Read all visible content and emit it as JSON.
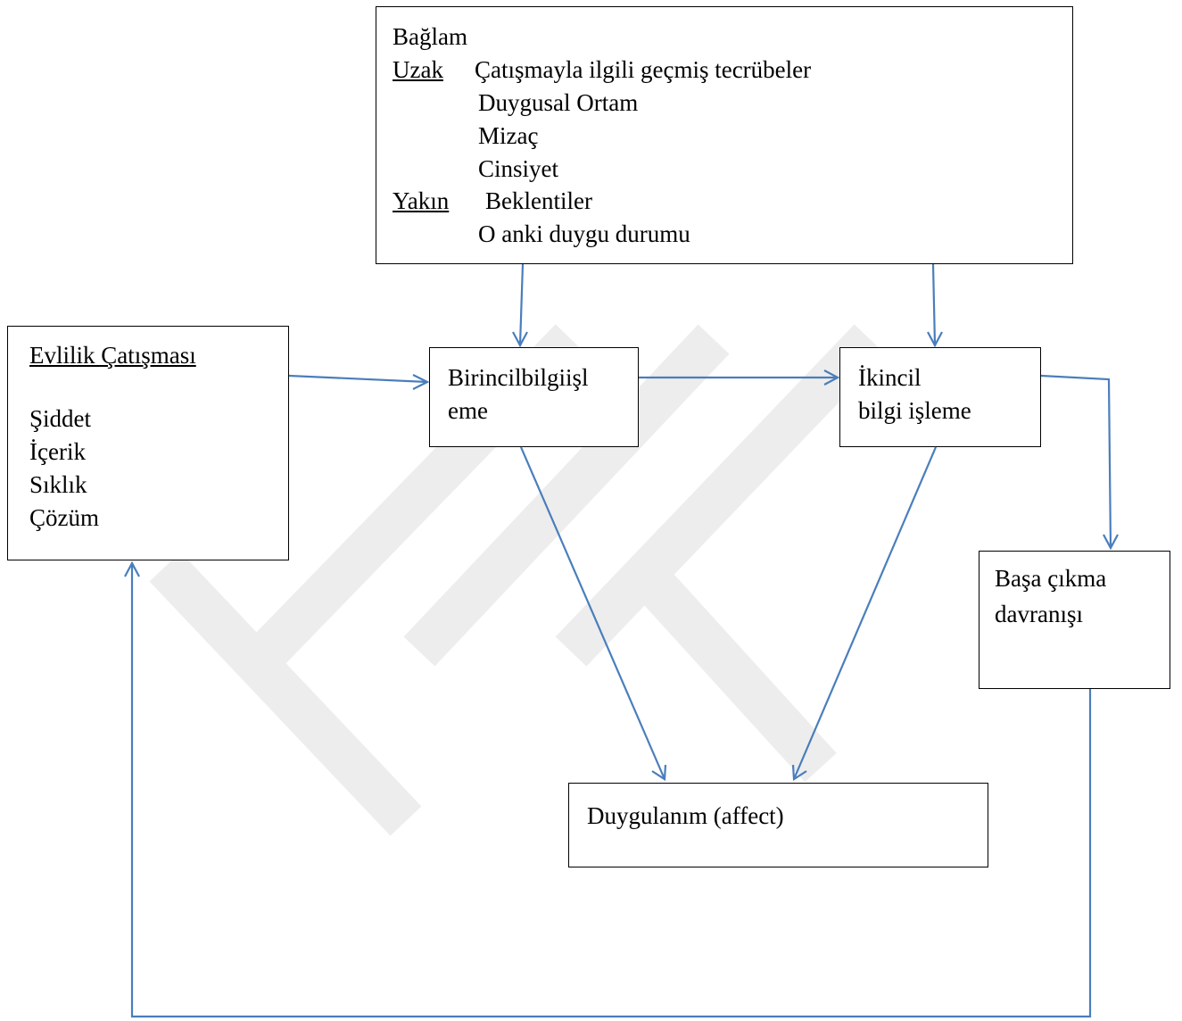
{
  "colors": {
    "arrow": "#4a7ebb",
    "border": "#000000",
    "watermark": "#ededed"
  },
  "context_box": {
    "title": "Bağlam",
    "distal_label": "Uzak",
    "distal_items": [
      "Çatışmayla ilgili geçmiş tecrübeler",
      "Duygusal Ortam",
      "Mizaç",
      "Cinsiyet"
    ],
    "proximal_label": "Yakın",
    "proximal_items": [
      "Beklentiler",
      "O anki duygu durumu"
    ]
  },
  "conflict_box": {
    "title": "Evlilik Çatışması",
    "items": [
      "Şiddet",
      "İçerik",
      "Sıklık",
      "Çözüm"
    ]
  },
  "primary_box": {
    "lines": [
      "Birincilbilgiişl",
      "eme"
    ]
  },
  "secondary_box": {
    "lines": [
      "İkincil",
      "bilgi işleme"
    ]
  },
  "coping_box": {
    "lines": [
      "Başa çıkma",
      "davranışı"
    ]
  },
  "affect_box": {
    "label": "Duygulanım (affect)"
  }
}
